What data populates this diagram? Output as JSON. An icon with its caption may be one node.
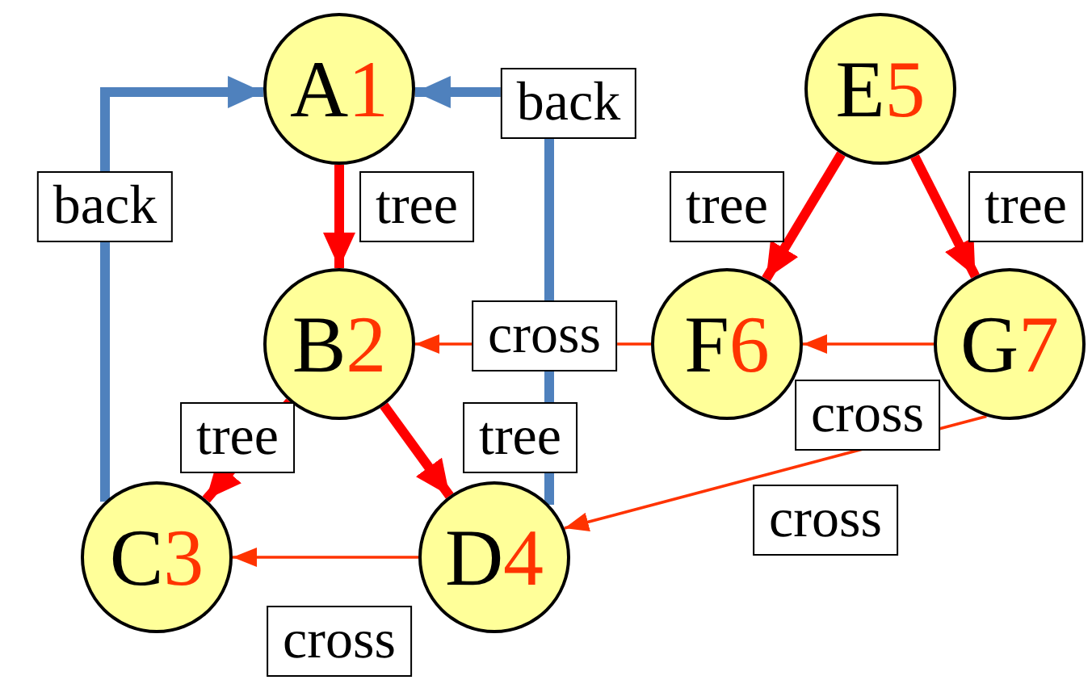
{
  "diagram": {
    "nodes": [
      {
        "text": [
          "A",
          "1"
        ]
      },
      {
        "text": [
          "B",
          "2"
        ]
      },
      {
        "text": [
          "C",
          "3"
        ]
      },
      {
        "text": [
          "D",
          "4"
        ]
      },
      {
        "text": [
          "E",
          "5"
        ]
      },
      {
        "text": [
          "F",
          "6"
        ]
      },
      {
        "text": [
          "G",
          "7"
        ]
      }
    ],
    "edges": [
      {
        "from": 0,
        "to": 1,
        "arrow": "to",
        "label": "tree"
      },
      {
        "from": 1,
        "to": 2,
        "arrow": "to",
        "label": "tree"
      },
      {
        "from": 1,
        "to": 3,
        "arrow": "to",
        "label": "tree"
      },
      {
        "from": 2,
        "to": 0,
        "arrow": "to",
        "label": "back",
        "color": "#4f81bd"
      },
      {
        "from": 3,
        "to": 0,
        "arrow": "to",
        "label": "back",
        "color": "#4f81bd"
      },
      {
        "from": 5,
        "to": 1,
        "arrow": "to",
        "label": "cross",
        "color": "#ff3300"
      },
      {
        "from": 3,
        "to": 2,
        "arrow": "to",
        "label": "cross",
        "color": "#ff3300"
      },
      {
        "from": 4,
        "to": 5,
        "arrow": "to",
        "label": "tree"
      },
      {
        "from": 4,
        "to": 6,
        "arrow": "to",
        "label": "tree"
      },
      {
        "from": 6,
        "to": 5,
        "arrow": "to",
        "label": "cross",
        "color": "#ff3300"
      },
      {
        "from": 6,
        "to": 3,
        "arrow": "to",
        "label": "cross",
        "color": "#ff3300"
      }
    ]
  }
}
